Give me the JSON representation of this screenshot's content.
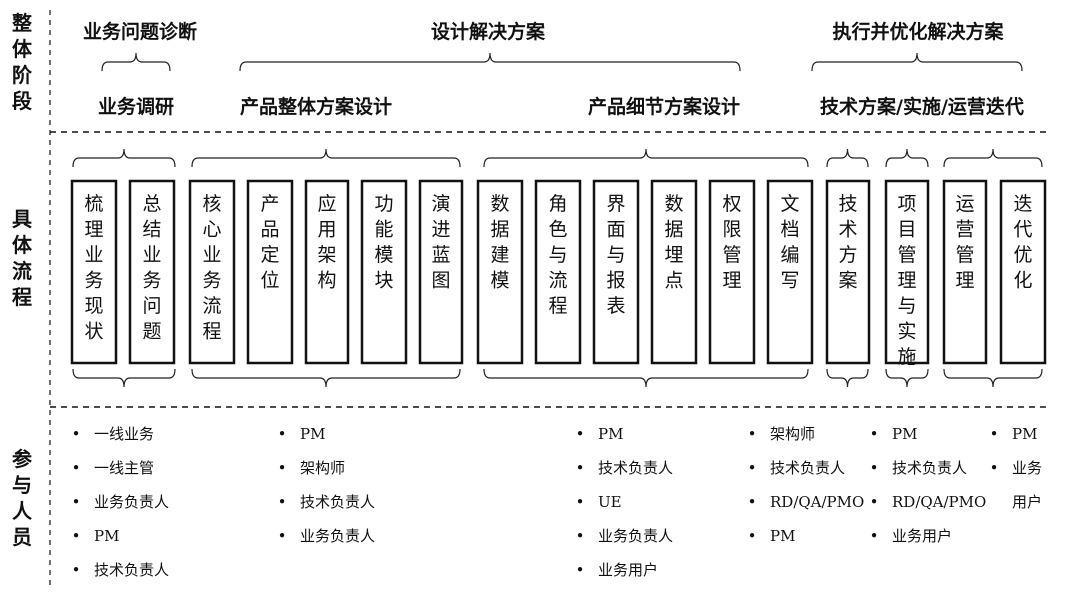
{
  "row_labels": [
    {
      "id": "overall-stage",
      "text": "整体阶段"
    },
    {
      "id": "specific-process",
      "text": "具体流程"
    },
    {
      "id": "participants",
      "text": "参与人员"
    }
  ],
  "phases": [
    {
      "id": "diagnosis",
      "label": "业务问题诊断"
    },
    {
      "id": "design",
      "label": "设计解决方案"
    },
    {
      "id": "execute",
      "label": "执行并优化解决方案"
    }
  ],
  "sub_phases": [
    {
      "id": "research",
      "label": "业务调研"
    },
    {
      "id": "overall-design",
      "label": "产品整体方案设计"
    },
    {
      "id": "detail-design",
      "label": "产品细节方案设计"
    },
    {
      "id": "tech-ops",
      "label": "技术方案/实施/运营迭代"
    }
  ],
  "steps": [
    {
      "id": "sort-status",
      "text": "梳理业务现状"
    },
    {
      "id": "summarize-problems",
      "text": "总结业务问题"
    },
    {
      "id": "core-flow",
      "text": "核心业务流程"
    },
    {
      "id": "positioning",
      "text": "产品定位"
    },
    {
      "id": "app-architecture",
      "text": "应用架构"
    },
    {
      "id": "function-modules",
      "text": "功能模块"
    },
    {
      "id": "evolution-blueprint",
      "text": "演进蓝图"
    },
    {
      "id": "data-modeling",
      "text": "数据建模"
    },
    {
      "id": "roles-flow",
      "text": "角色与流程"
    },
    {
      "id": "ui-reports",
      "text": "界面与报表"
    },
    {
      "id": "data-tracking",
      "text": "数据埋点"
    },
    {
      "id": "permissions",
      "text": "权限管理"
    },
    {
      "id": "documentation",
      "text": "文档编写"
    },
    {
      "id": "tech-plan",
      "text": "技术方案"
    },
    {
      "id": "pm-implementation",
      "text": "项目管理与实施"
    },
    {
      "id": "operations",
      "text": "运营管理"
    },
    {
      "id": "iteration",
      "text": "迭代优化"
    }
  ],
  "bullet_char": "•",
  "participant_groups": [
    {
      "id": "diagnosis",
      "items": [
        "一线业务",
        "一线主管",
        "业务负责人",
        "PM",
        "技术负责人"
      ]
    },
    {
      "id": "overall-design",
      "items": [
        "PM",
        "架构师",
        "技术负责人",
        "业务负责人"
      ]
    },
    {
      "id": "detail-design",
      "items": [
        "PM",
        "技术负责人",
        "UE",
        "业务负责人",
        "业务用户"
      ]
    },
    {
      "id": "tech-plan",
      "items": [
        "架构师",
        "技术负责人",
        "RD/QA/PMO",
        "PM"
      ]
    },
    {
      "id": "pm-implementation",
      "items": [
        "PM",
        "技术负责人",
        "RD/QA/PMO",
        "业务用户"
      ]
    },
    {
      "id": "iteration",
      "items": [
        "PM",
        "业务",
        "用户"
      ]
    }
  ]
}
